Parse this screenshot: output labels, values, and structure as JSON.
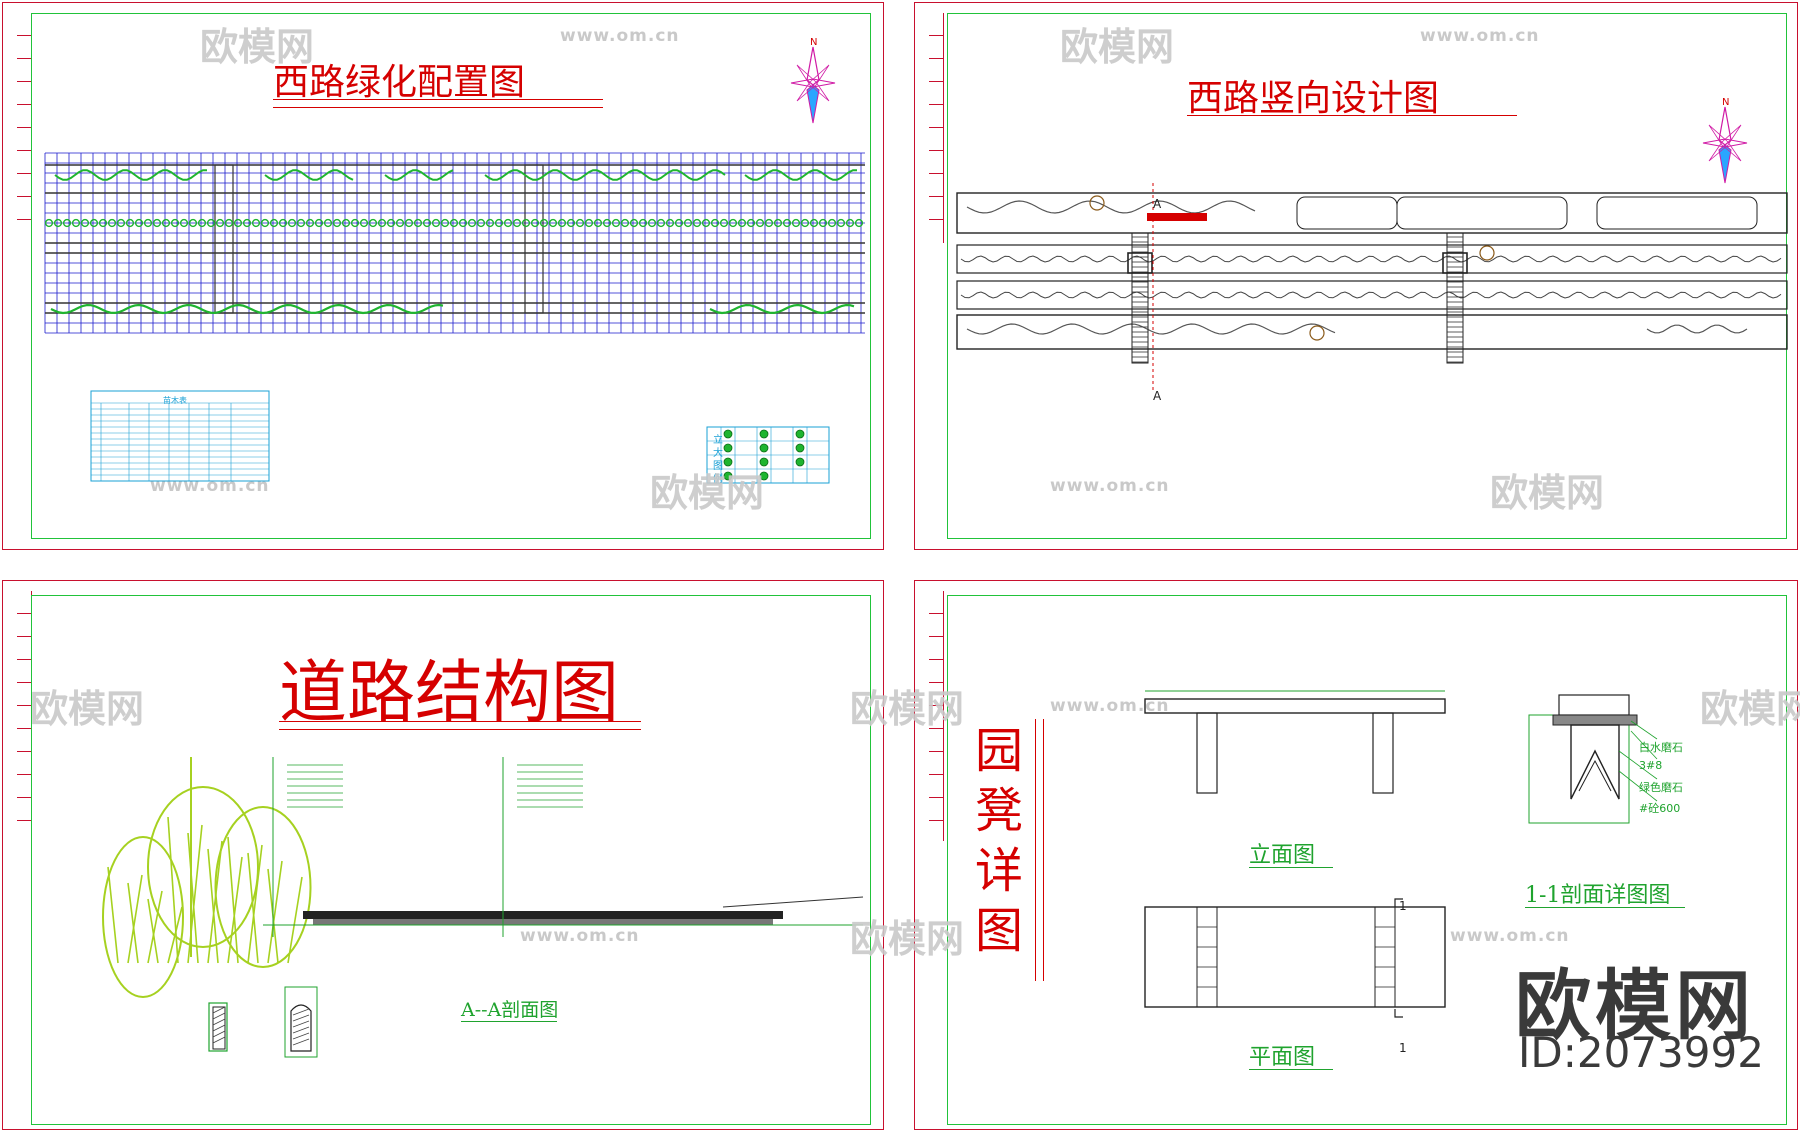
{
  "sheets": {
    "greening": {
      "title": "西路绿化配置图",
      "table_title": "苗木表",
      "legend_chars": [
        "立",
        "大",
        "图",
        "例"
      ]
    },
    "vertical": {
      "title": "西路竖向设计图",
      "section_mark": "A"
    },
    "road": {
      "title": "道路结构图",
      "section_label": "A--A剖面图"
    },
    "bench": {
      "title_chars": [
        "园",
        "凳",
        "详",
        "图"
      ],
      "elevation_label": "立面图",
      "plan_label": "平面图",
      "section_label": "1-1剖面详图图",
      "section_mark": "1",
      "callouts": [
        "白水磨石",
        "3#8",
        "绿色磨石",
        "#砼600"
      ]
    }
  },
  "compass": {
    "north": "N"
  },
  "watermark": {
    "brand": "欧模网",
    "url": "www.om.cn"
  },
  "brand": {
    "name": "欧模网",
    "id": "ID:2073992"
  },
  "colors": {
    "frame": "#c8102e",
    "inner": "#21c33a",
    "title": "#d50000",
    "grid": "#1a1acc",
    "watermark": "#c9c9c9"
  }
}
